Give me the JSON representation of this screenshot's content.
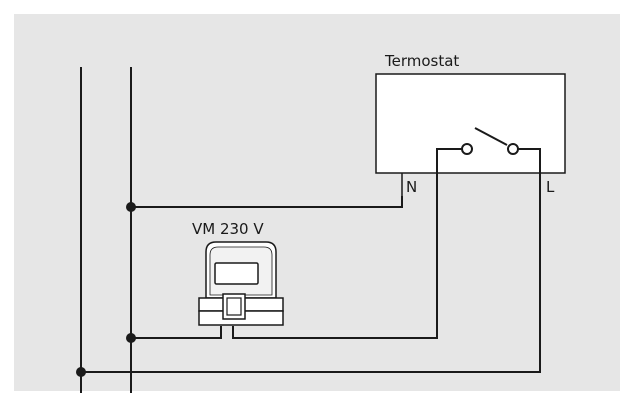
{
  "labels": {
    "thermostat": "Termostat",
    "neutral_terminal": "N",
    "live_terminal": "L",
    "actuator": "VM 230 V"
  },
  "colors": {
    "background_panel": "#e6e6e6",
    "stroke": "#1a1a1a",
    "box_fill": "#ffffff"
  },
  "icons": {
    "actuator": "valve-actuator-icon",
    "switch": "switch-icon"
  }
}
